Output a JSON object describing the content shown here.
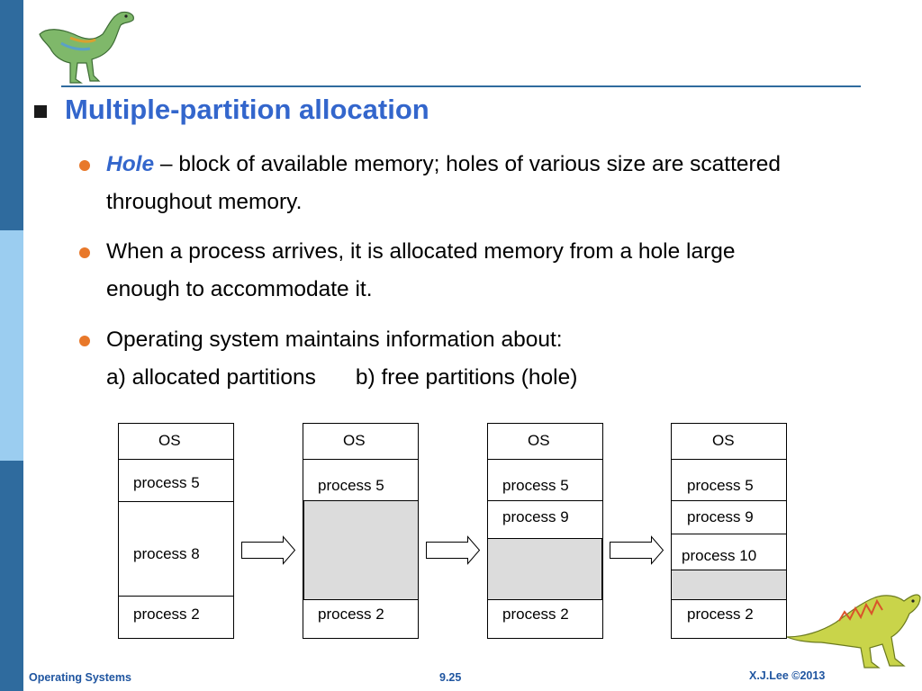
{
  "slide": {
    "title": "Multiple-partition allocation",
    "bullets": [
      {
        "term": "Hole",
        "line1_rest": " – block of available memory; holes of various size are scattered",
        "line2": "throughout memory."
      },
      {
        "line1": "When a process arrives, it is allocated memory from a hole large",
        "line2": "enough to accommodate it."
      },
      {
        "line1": "Operating system maintains information about:",
        "line2a": "a) allocated partitions",
        "line2b": "b) free partitions (hole)"
      }
    ]
  },
  "diagram": {
    "columns": [
      [
        "OS",
        "process 5",
        "process 8",
        "process 2"
      ],
      [
        "OS",
        "process 5",
        "",
        "process 2"
      ],
      [
        "OS",
        "process 5",
        "process 9",
        "",
        "process 2"
      ],
      [
        "OS",
        "process 5",
        "process 9",
        "process 10",
        "",
        "process 2"
      ]
    ]
  },
  "footer": {
    "left": "Operating Systems",
    "center": "9.25",
    "right": "X.J.Lee ©2013"
  },
  "colors": {
    "accent": "#3366cc",
    "sidebar_dark": "#2f6b9e",
    "sidebar_light": "#9bcdf0",
    "bullet": "#e8782a",
    "hole_fill": "#dcdcdc"
  }
}
